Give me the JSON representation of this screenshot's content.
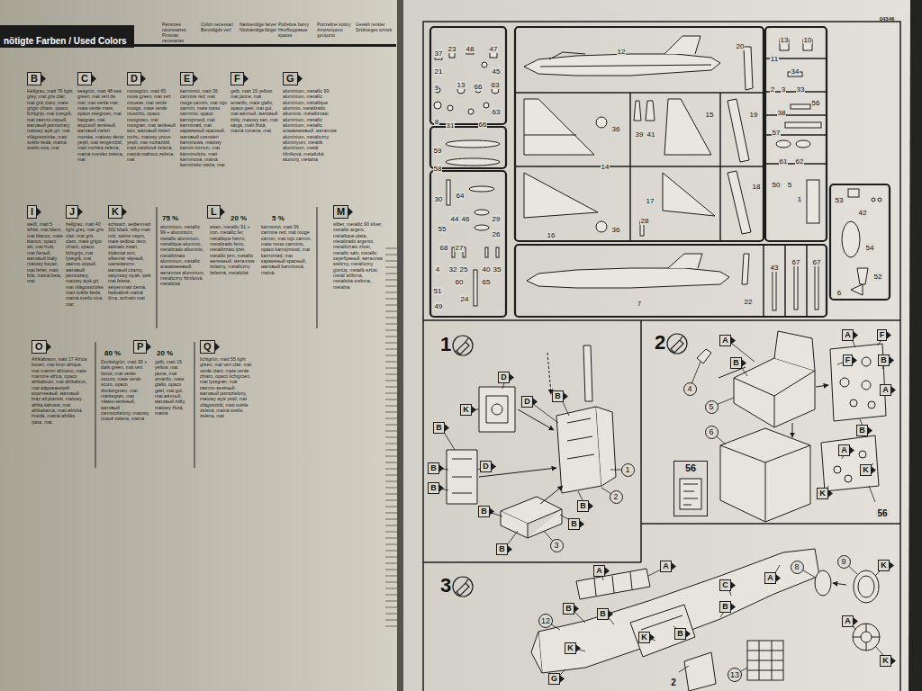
{
  "diagram": {
    "title": "nötigte Farben / Used Colors",
    "nodes": [
      {
        "text": [
          "B",
          "Hellgrau, matt 76 light grey, mat gris clair, mat gris claro, mate grigio chiaro, opaco lichtgrijs, mat lysegrå, mat светло-серый, матовый jasnoszary, matowy açık gri, mat világosszürke, matt světle šedá, matná svetlo siva, mat"
        ]
      },
      {
        "text": [
          "C",
          "seegrün, matt 48 sea green, mat vert de mer, mat verde mar, mate verde mare, opaco zeegroen, mat havgrøn, mat морской зелёный, матовый zieleń morska, matowy deniz yeşili, mat tengerzöld, matt mořská zelená, matná morsko zelena, mat"
        ]
      },
      {
        "text": [
          "D",
          "moosgrün, matt 65 moss green, mat vert mousse, mat verde musgo, mate verde muschio, opaco mosgroen, mat mosgrøn, mat зелёный мох, матовый zieleń mchu, matowy yosun yeşili, mat mohazöld, matt mechově zelená, matná mahovo zelena, mat"
        ]
      },
      {
        "text": [
          "E",
          "karminrot, matt 36 carmine red, mat rouge carmin, mat rojo carmín, mate rosso carminio, opaco karmijnrood, mat karminrød, mat карминный красный, матовый czerwień karminowa, matowy karmin kırmızı, mat kárminvörös, matt karmínová, matná karminsko rdeča, mat"
        ]
      },
      {
        "text": [
          "F",
          "gelb, matt 15 yellow, mat jaune, mat amarillo, mate giallo, opaco geel, mat gul, mat жёлтый, матовый żółty, matowy sarı, mat sárga, matt žlutá, matná rumena, mat"
        ]
      },
      {
        "text": [
          "G",
          "aluminium, metallic 99 aluminium, metallic aluminium, métallique aluminio, metalizado alluminio, metallizzato aluminium, metallic aluminium, metallic алюминиевый, металлик aluminium, metaliczny alüminyum, metalik alumínium, metál hliníková, metalická aluminij, metalna"
        ]
      },
      {
        "text": [
          "I",
          "weiß, matt 5 white, mat blanc, mat blanco, mate bianco, opaco wit, mat hvid, mat белый, матовый biały, matowy beyaz, mat fehér, matt bílá, matná bela, mat"
        ]
      },
      {
        "text": [
          "J",
          "hellgrau, matt 40 light grey, mat gris clair, mat gris claro, mate grigio chiaro, opaco lichtgrijs, mat lysegrå, mat светло-серый, матовый jasnoszary, matowy açık gri, mat világosszürke, matt světle šedá, matná svetlo siva, mat"
        ]
      },
      {
        "text": [
          "K",
          "schwarz, seidenmatt 302 black, silky-matt noir, satiné negro, mate sedoso nero, satinato zwart, zijdemat sort, silkemat чёрный, шелковисто-матовый czarny, satynowy siyah, ipek mat fekete, selyemmatt černá, hedvábně matná črna, svilnato mat"
        ]
      },
      {
        "text": [
          "L"
        ]
      },
      {
        "text": [
          "M",
          "silber, metallic 90 silver, metallic argent, métallique plata, metalizado argento, metallizzato zilver, metallic sølv, metallic серебряный, металлик srebrny, metaliczny gümüş, metalik ezüst, metál stříbrná, metalická srebrna, metalna"
        ]
      },
      {
        "text": [
          "O",
          "Afrikabraun, matt 17 Africa brown, mat brun afrique, mat marrón africano, mate marrone africa, opaco afrikabruin, mat afrikabrun, mat африканский коричневый, матовый brąz afrykański, matowy afrika kahvesi, mat afrikabarna, matt africká hnědá, matná afriško rjava, mat"
        ]
      },
      {
        "text": [
          "P"
        ]
      },
      {
        "text": [
          "Q",
          "lichtgrün, matt 55 light green, mat vert clair, mat verde claro, mate verde chiaro, opaco lichtgroen, mat lysegrøn, mat светло-зелёный, матовый jasnozielony, matowy açık yeşil, mat világoszöld, matt světle zelená, matná svetlo zelena, mat"
        ]
      },
      {
        "text": [
          "1"
        ]
      },
      {
        "text": [
          "D"
        ],
        "in": 14
      },
      {
        "text": [
          "D"
        ],
        "in": 14
      },
      {
        "text": [
          "B"
        ],
        "in": 14
      },
      {
        "text": [
          "B"
        ],
        "in": 14
      },
      {
        "text": [
          "K"
        ],
        "in": 14
      },
      {
        "text": [
          "D"
        ],
        "in": 14
      },
      {
        "text": [
          "B"
        ],
        "in": 14
      },
      {
        "text": [
          "B"
        ],
        "in": 14
      },
      {
        "text": [
          "B"
        ],
        "in": 14
      },
      {
        "text": [
          "B"
        ],
        "in": 14
      },
      {
        "text": [
          "B"
        ],
        "in": 14
      },
      {
        "text": [
          "B"
        ],
        "in": 14
      },
      {
        "text": [
          "1"
        ],
        "in": 14
      },
      {
        "text": [
          "2"
        ],
        "in": 14
      },
      {
        "text": [
          "3"
        ],
        "in": 14
      },
      {
        "text": [
          "2"
        ]
      },
      {
        "text": [
          "A"
        ],
        "in": 30
      },
      {
        "text": [
          "B"
        ],
        "in": 30
      },
      {
        "text": [
          "A"
        ],
        "in": 30
      },
      {
        "text": [
          "F"
        ],
        "in": 30
      },
      {
        "text": [
          "F"
        ],
        "in": 30
      },
      {
        "text": [
          "B"
        ],
        "in": 30
      },
      {
        "text": [
          "A"
        ],
        "in": 30
      },
      {
        "text": [
          "B"
        ],
        "in": 30
      },
      {
        "text": [
          "A"
        ],
        "in": 30
      },
      {
        "text": [
          "K"
        ],
        "in": 30
      },
      {
        "text": [
          "K"
        ],
        "in": 30
      },
      {
        "text": [
          "4"
        ],
        "in": 30
      },
      {
        "text": [
          "5"
        ],
        "in": 30
      },
      {
        "text": [
          "6"
        ],
        "in": 30
      },
      {
        "text": [
          "56"
        ],
        "in": 30
      },
      {
        "text": [
          "3"
        ]
      },
      {
        "text": [
          "A"
        ],
        "in": 46
      },
      {
        "text": [
          "A"
        ],
        "in": 46
      },
      {
        "text": [
          "B"
        ],
        "in": 46
      },
      {
        "text": [
          "B"
        ],
        "in": 46
      },
      {
        "text": [
          "K"
        ],
        "in": 46
      },
      {
        "text": [
          "K"
        ],
        "in": 46
      },
      {
        "text": [
          "B"
        ],
        "in": 46
      },
      {
        "text": [
          "C"
        ],
        "in": 46
      },
      {
        "text": [
          "B"
        ],
        "in": 46
      },
      {
        "text": [
          "A"
        ],
        "in": 46
      },
      {
        "text": [
          "K"
        ],
        "in": 46
      },
      {
        "text": [
          "A"
        ],
        "in": 46
      },
      {
        "text": [
          "K"
        ],
        "in": 46
      },
      {
        "text": [
          "G"
        ],
        "in": 46
      },
      {
        "text": [
          "12"
        ],
        "in": 46
      },
      {
        "text": [
          "8"
        ],
        "in": 46
      },
      {
        "text": [
          "9"
        ],
        "in": 46
      },
      {
        "text": [
          "13"
        ],
        "in": 46
      }
    ],
    "labels": [
      "Peintures nécessaires Pinturas necesarias",
      "Colori necessari Benodigde verf",
      "Nødvendige farver Nödvändiga färger",
      "Potřebné barvy Необходимые краски",
      "Potrzebne kolory Απαιτούμενα χρώματα",
      "Gerekli renkler Szükséges színek",
      "75 %",
      "aluminium, metallic 99 + aluminium, metallic aluminium, métallique aluminio, metalizado alluminio, metallizzato aluminium, metallic алюминиевый, металлик aluminium, metaliczny hliníková, metalická",
      "20 %",
      "eisen, metallic 91 + iron, metallic fer, métallique hierro, metalizado ferro, metallizzato ijzer, metallic jern, metallic железный, металлик żelazny, metaliczny železná, metalická",
      "5 %",
      "karminrot, matt 36 carmine red, mat rouge carmin, mat rojo carmín, mate rosso carminio, opaco karmijnrood, mat karminrød, mat карминный красный, матовый karmínová, matná",
      "80 %",
      "Dunkelgrün, matt 39 + dark green, mat vert foncé, mat verde oscuro, mate verde scuro, opaco donkergroen, mat mørkegrøn, mat тёмно-зелёный, матовый ciemnozielony, matowy tmavě zelená, matná",
      "20 %",
      "gelb, matt 15 yellow, mat jaune, mat amarillo, mate giallo, opaco geel, mat gul, mat жёлтый, матовый żółty, matowy žlutá, matná",
      "04346",
      "37",
      "23",
      "48",
      "47",
      "21",
      "45",
      "9",
      "13",
      "66",
      "63",
      "8",
      "31",
      "66",
      "63",
      "59",
      "58",
      "30",
      "64",
      "44",
      "46",
      "29",
      "55",
      "26",
      "68",
      "27",
      "4",
      "32",
      "25",
      "40",
      "35",
      "51",
      "60",
      "65",
      "24",
      "49",
      "12",
      "20",
      "36",
      "14",
      "39",
      "41",
      "15",
      "19",
      "36",
      "16",
      "17",
      "28",
      "18",
      "13",
      "10",
      "11",
      "34",
      "2",
      "3",
      "33",
      "38",
      "56",
      "57",
      "61",
      "62",
      "50",
      "5",
      "1",
      "53",
      "42",
      "54",
      "52",
      "6",
      "7",
      "22",
      "43",
      "67",
      "67",
      "56",
      "2"
    ]
  }
}
